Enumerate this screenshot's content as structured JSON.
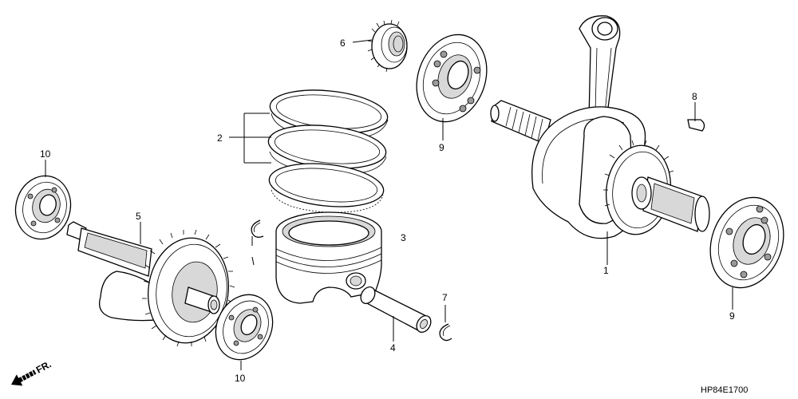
{
  "diagram": {
    "parts": [
      {
        "id": "crankshaft",
        "number": "1"
      },
      {
        "id": "piston-ring-set",
        "number": "2"
      },
      {
        "id": "piston",
        "number": "3"
      },
      {
        "id": "piston-pin",
        "number": "4"
      },
      {
        "id": "balancer-shaft",
        "number": "5"
      },
      {
        "id": "gear",
        "number": "6"
      },
      {
        "id": "piston-pin-clip",
        "number": "7"
      },
      {
        "id": "woodruff-key",
        "number": "8"
      },
      {
        "id": "bearing-9-top",
        "number": "9"
      },
      {
        "id": "bearing-9-right",
        "number": "9"
      },
      {
        "id": "bearing-10-left",
        "number": "10"
      },
      {
        "id": "bearing-10-bottom",
        "number": "10"
      }
    ],
    "front_indicator": "FR.",
    "diagram_code": "HP84E1700"
  }
}
